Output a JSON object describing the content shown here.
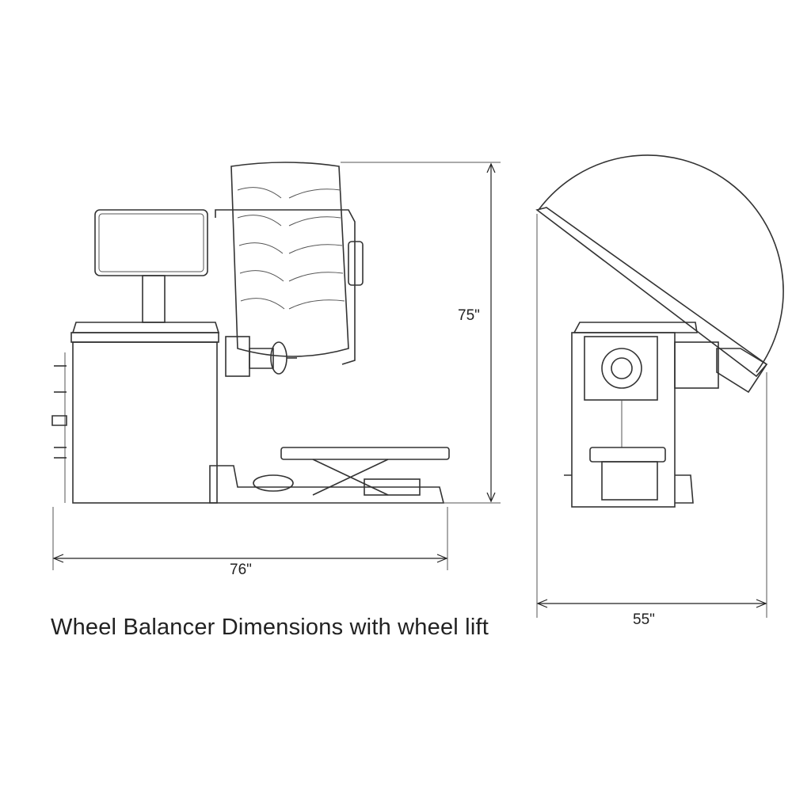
{
  "dimensions": {
    "height": "75\"",
    "width_front": "76\"",
    "width_side": "55\""
  },
  "caption": "Wheel Balancer Dimensions with wheel lift"
}
